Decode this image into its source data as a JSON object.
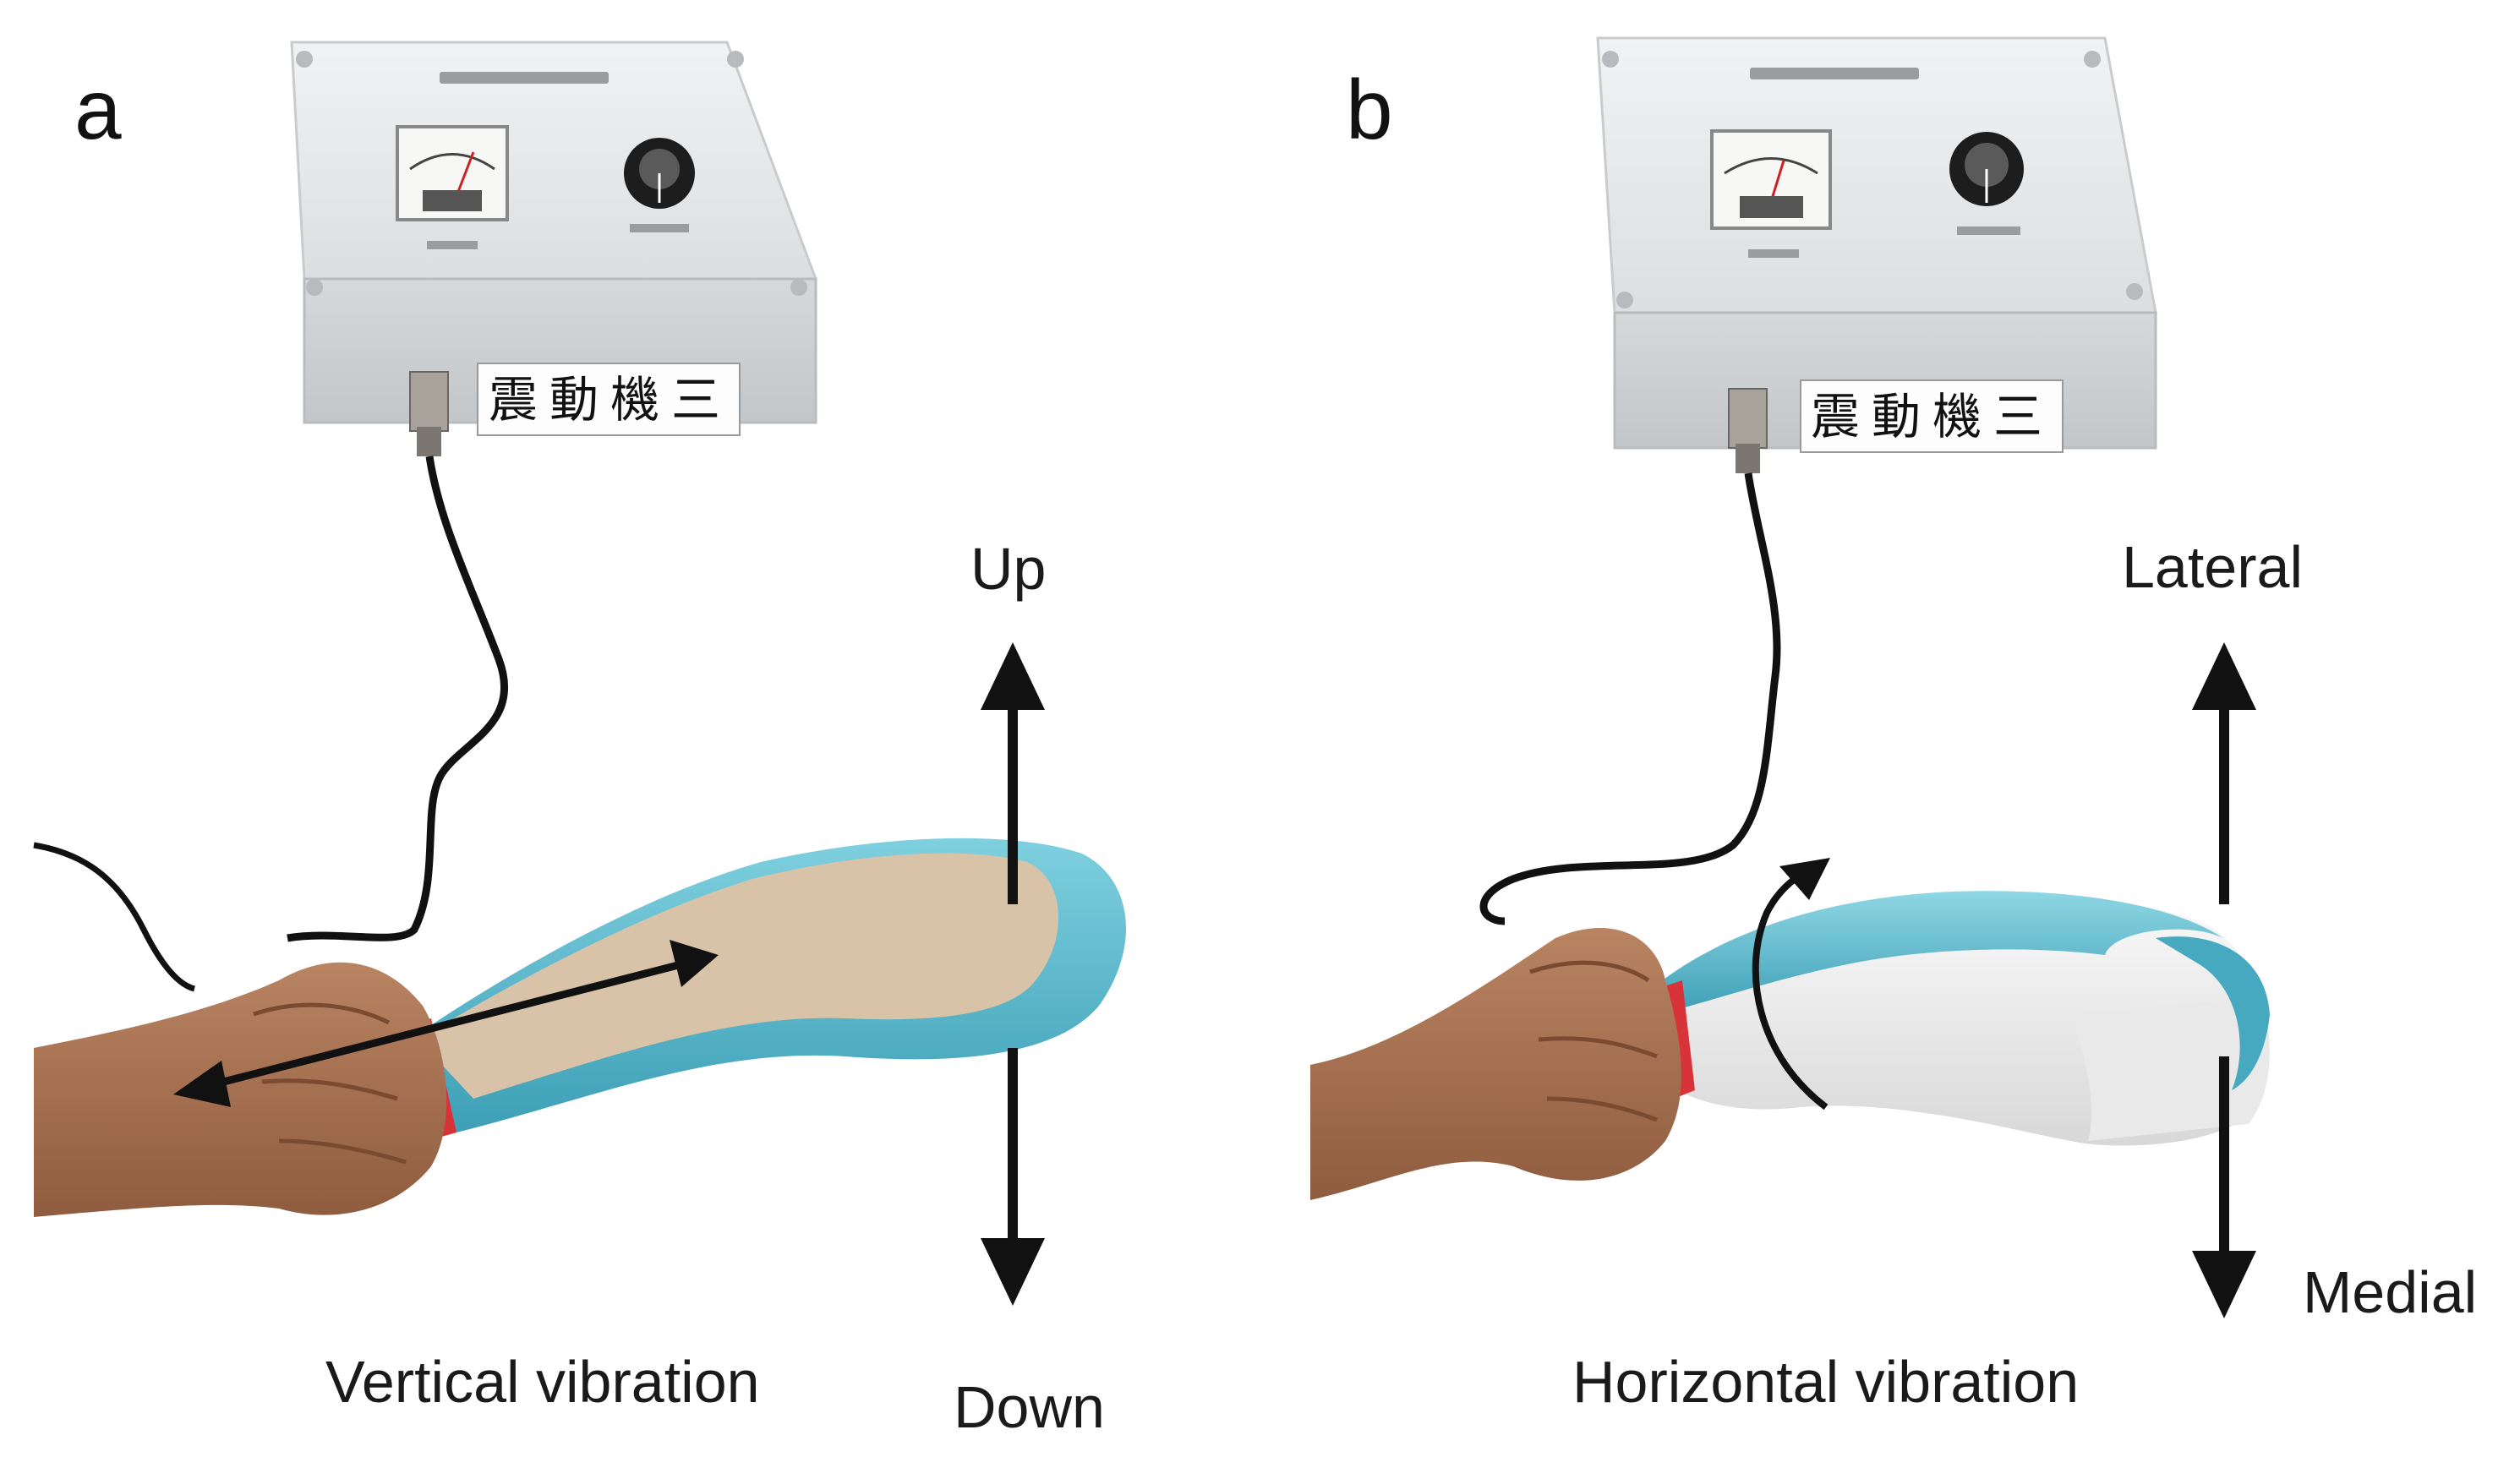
{
  "panels": {
    "a": {
      "letter": "a",
      "box_label": "震動機三",
      "arrow_up_label": "Up",
      "arrow_down_label": "Down",
      "caption": "Vertical vibration"
    },
    "b": {
      "letter": "b",
      "box_label": "震動機三",
      "arrow_up_label": "Lateral",
      "arrow_down_label": "Medial",
      "caption": "Horizontal vibration"
    }
  },
  "colors": {
    "controller_box": "#e4e6e8",
    "device_shell": "#5bb8cc",
    "device_pad": "#d8c3a8",
    "device_body_white": "#eeeeee",
    "grip_red": "#d9333a",
    "skin": "#a8714f",
    "arrow": "#111111"
  }
}
